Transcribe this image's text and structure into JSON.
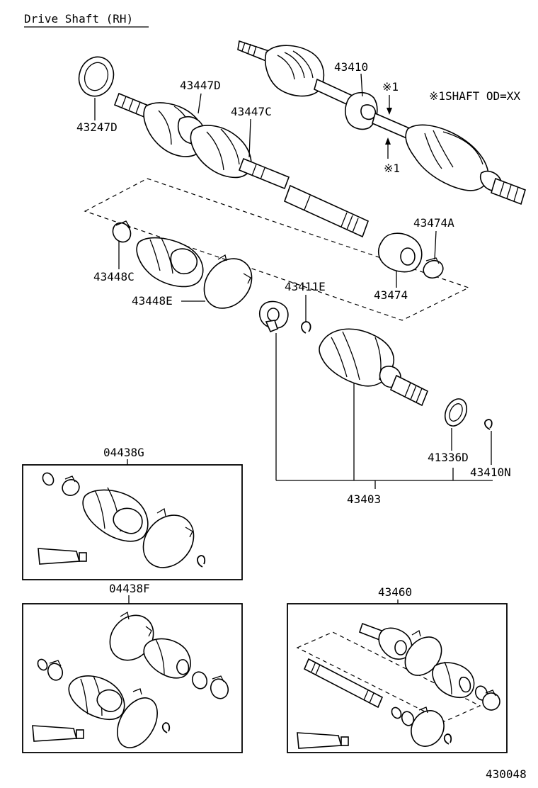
{
  "title": "Drive Shaft (RH)",
  "note": "※1SHAFT OD=XX",
  "mark_up": "※1",
  "mark_down": "※1",
  "diagram_id": "430048",
  "parts": {
    "p43247D": "43247D",
    "p43447D": "43447D",
    "p43447C": "43447C",
    "p43410": "43410",
    "p43474A": "43474A",
    "p43448C": "43448C",
    "p43448E": "43448E",
    "p43411E": "43411E",
    "p43474": "43474",
    "p41336D": "41336D",
    "p43410N": "43410N",
    "p43403": "43403",
    "p04438G": "04438G",
    "p04438F": "04438F",
    "p43460": "43460"
  }
}
